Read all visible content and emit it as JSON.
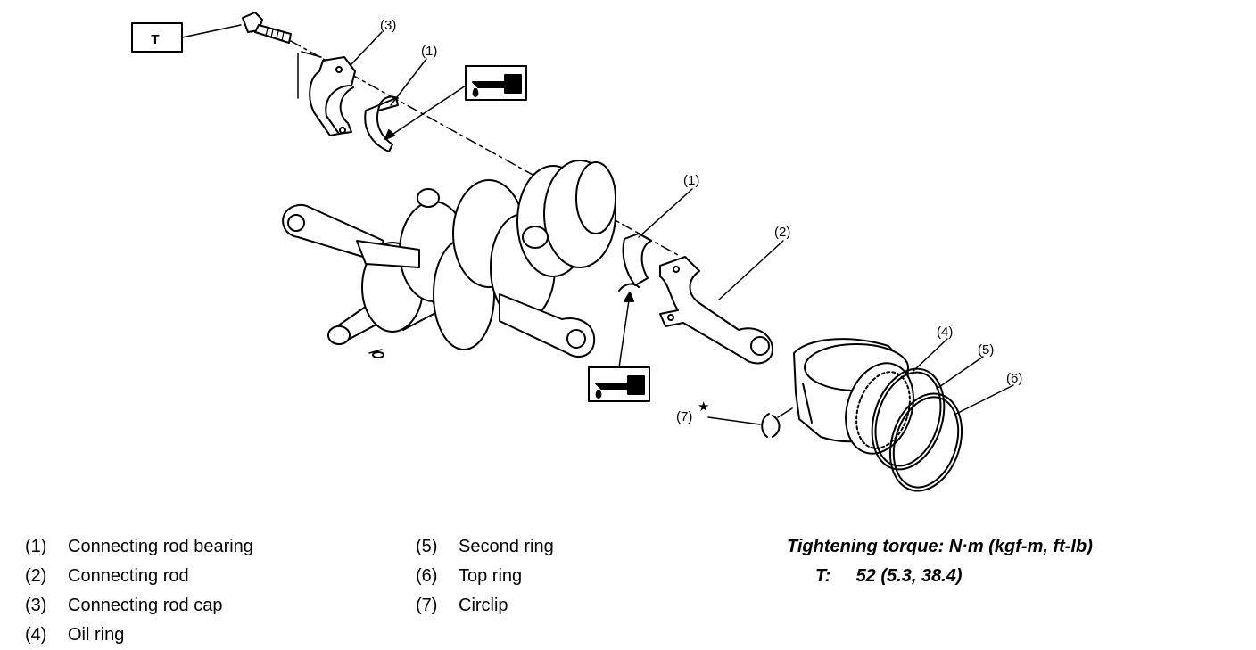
{
  "callouts": {
    "c3": "(3)",
    "c1a": "(1)",
    "c1b": "(1)",
    "c2": "(2)",
    "c4": "(4)",
    "c5": "(5)",
    "c6": "(6)",
    "c7": "(7)",
    "torque_box": "T",
    "star": "★"
  },
  "icons": [
    "oil-can-icon",
    "oil-can-icon"
  ],
  "legend_left": [
    {
      "num": "(1)",
      "label": "Connecting rod bearing"
    },
    {
      "num": "(2)",
      "label": "Connecting rod"
    },
    {
      "num": "(3)",
      "label": "Connecting rod cap"
    },
    {
      "num": "(4)",
      "label": "Oil ring"
    }
  ],
  "legend_right": [
    {
      "num": "(5)",
      "label": "Second ring"
    },
    {
      "num": "(6)",
      "label": "Top ring"
    },
    {
      "num": "(7)",
      "label": "Circlip"
    }
  ],
  "torque": {
    "heading": "Tightening torque: N·m (kgf-m, ft-lb)",
    "label": "T:",
    "value": "52 (5.3, 38.4)"
  }
}
